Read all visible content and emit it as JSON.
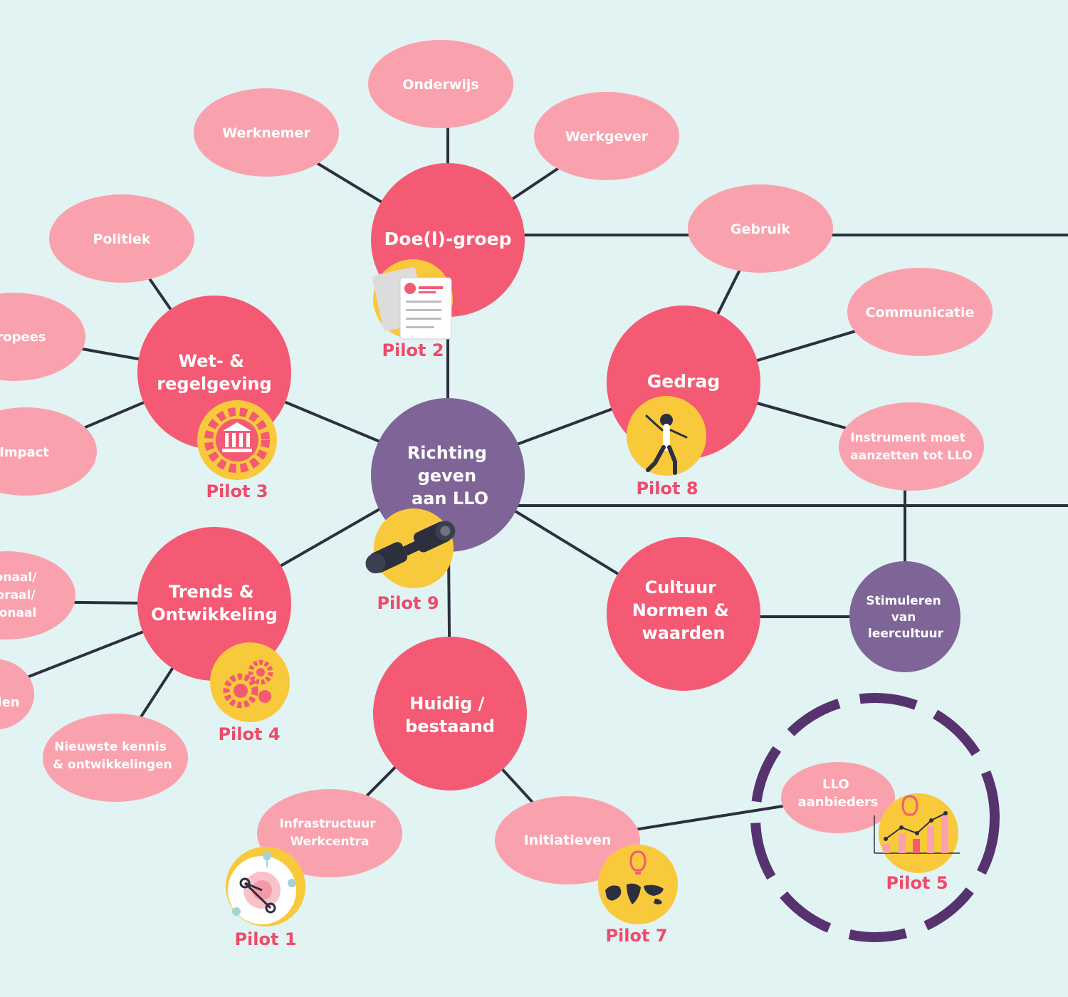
{
  "colors": {
    "background": "#e2f3f3",
    "light_pink": "#f9a2ad",
    "coral": "#f45a73",
    "purple": "#7e6497",
    "dark_purple": "#56336f",
    "yellow": "#f9c93c",
    "line": "#2c2f3d",
    "pilot_text": "#ef4a6b"
  },
  "nodes": {
    "center": "Richting geven aan LLO",
    "doel_groep": "Doe(l)-groep",
    "wet": "Wet- & regelgeving",
    "gedrag": "Gedrag",
    "trends": "Trends & Ontwikkeling",
    "cultuur": "Cultuur Normen & waarden",
    "huidig": "Huidig / bestaand",
    "stimuleren": "Stimuleren van leercultuur",
    "onderwijs": "Onderwijs",
    "werknemer": "Werknemer",
    "werkgever": "Werkgever",
    "politiek": "Politiek",
    "europees": "ropees",
    "impact": "Impact",
    "gebruik": "Gebruik",
    "communicatie": "Communicatie",
    "instrument": "Instrument moet aanzetten tot LLO",
    "regionaal": "onaal/ oraal/ onaal",
    "len": "len",
    "nieuwste": "Nieuwste kennis & ontwikkelingen",
    "infrastructuur": "Infrastructuur Werkcentra",
    "initiatieven": "Initiatieven",
    "llo_aanbieders": "LLO aanbieders"
  },
  "pilots": {
    "p1": "Pilot 1",
    "p2": "Pilot 2",
    "p3": "Pilot 3",
    "p4": "Pilot 4",
    "p5": "Pilot 5",
    "p7": "Pilot 7",
    "p8": "Pilot 8",
    "p9": "Pilot 9"
  },
  "icons": {
    "p1": "network-icon",
    "p2": "documents-icon",
    "p3": "government-gear-icon",
    "p4": "gears-icon",
    "p5": "growth-chart-icon",
    "p7": "world-map-lightbulb-icon",
    "p8": "jumping-person-icon",
    "p9": "binoculars-icon"
  }
}
